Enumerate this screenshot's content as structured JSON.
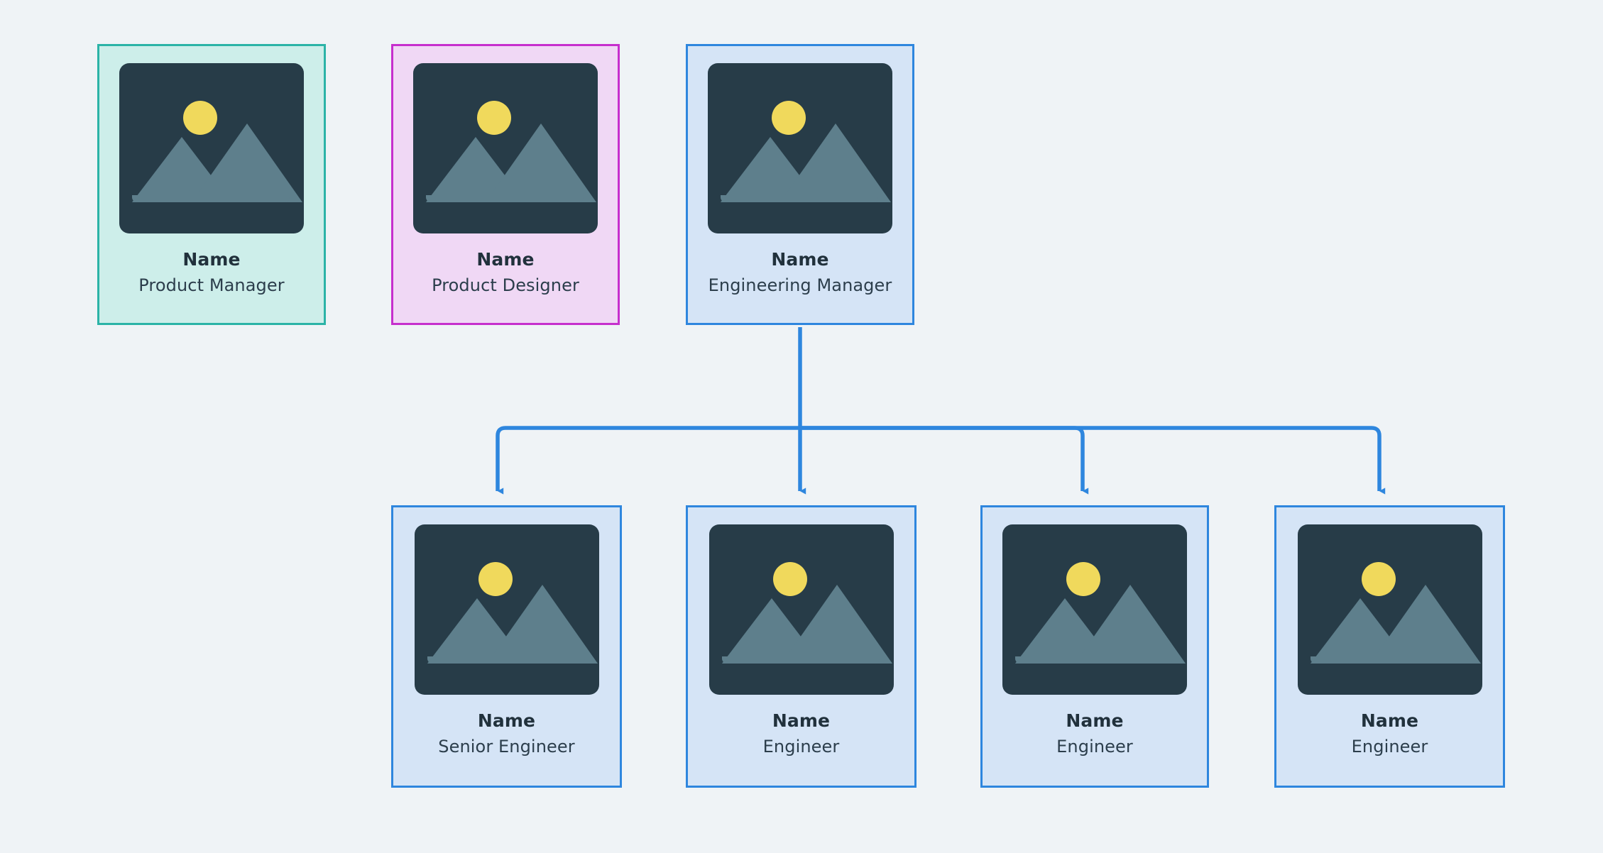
{
  "diagram": {
    "type": "org-chart",
    "background_color": "#eff3f6",
    "connector_color": "#2e86de",
    "placeholder": {
      "icon_name": "image-placeholder-icon",
      "background_color": "#273c48",
      "sun_color": "#f0d95c",
      "mountain_color": "#5e7f8c"
    }
  },
  "top_row": {
    "cards": [
      {
        "name": "Name",
        "role": "Product Manager",
        "fill": "#cdeeea",
        "border": "#2bb3a7",
        "theme": "teal"
      },
      {
        "name": "Name",
        "role": "Product Designer",
        "fill": "#f0d8f5",
        "border": "#c62fcd",
        "theme": "pink"
      },
      {
        "name": "Name",
        "role": "Engineering Manager",
        "fill": "#d5e4f6",
        "border": "#2e86de",
        "theme": "blue"
      }
    ]
  },
  "bottom_row": {
    "cards": [
      {
        "name": "Name",
        "role": "Senior Engineer",
        "fill": "#d5e4f6",
        "border": "#2e86de",
        "theme": "blue"
      },
      {
        "name": "Name",
        "role": "Engineer",
        "fill": "#d5e4f6",
        "border": "#2e86de",
        "theme": "blue"
      },
      {
        "name": "Name",
        "role": "Engineer",
        "fill": "#d5e4f6",
        "border": "#2e86de",
        "theme": "blue"
      },
      {
        "name": "Name",
        "role": "Engineer",
        "fill": "#d5e4f6",
        "border": "#2e86de",
        "theme": "blue"
      }
    ]
  },
  "connections": [
    {
      "from": "Engineering Manager",
      "to": "Senior Engineer"
    },
    {
      "from": "Engineering Manager",
      "to": "Engineer"
    },
    {
      "from": "Engineering Manager",
      "to": "Engineer"
    },
    {
      "from": "Engineering Manager",
      "to": "Engineer"
    }
  ]
}
